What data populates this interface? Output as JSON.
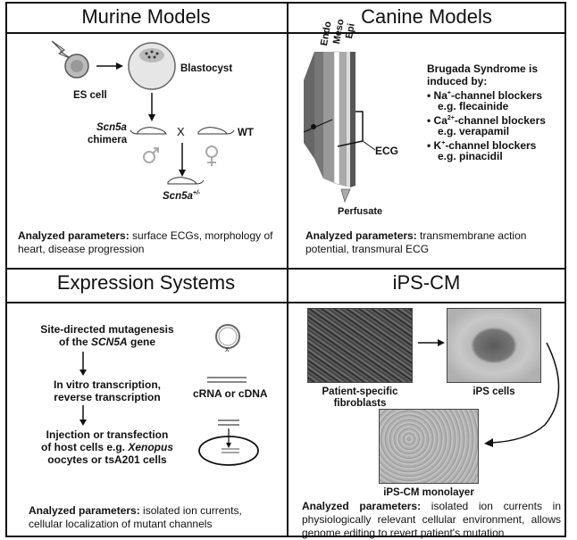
{
  "murine": {
    "title": "Murine Models",
    "es_cell": "ES cell",
    "blastocyst": "Blastocyst",
    "chimera_gene": "Scn5a",
    "chimera": "chimera",
    "cross": "X",
    "wt": "WT",
    "offspring_gene": "Scn5a",
    "offspring_sup": "+/-",
    "params_label": "Analyzed parameters:",
    "params_text": " surface ECGs, morphology of heart, disease progression"
  },
  "canine": {
    "title": "Canine Models",
    "layer_endo": "Endo",
    "layer_meso": "Meso",
    "layer_epi": "Epi",
    "ecg": "ECG",
    "perfusate": "Perfusate",
    "brugada_line1": "Brugada Syndrome is",
    "brugada_line2": "induced by:",
    "b1_pre": "Na",
    "b1_sup": "+",
    "b1_post": "-channel blockers",
    "b1_eg": "e.g. flecainide",
    "b2_pre": "Ca",
    "b2_sup": "2+",
    "b2_post": "-channel blockers",
    "b2_eg": "e.g. verapamil",
    "b3_pre": "K",
    "b3_sup": "+",
    "b3_post": "-channel blockers",
    "b3_eg": "e.g. pinacidil",
    "params_label": "Analyzed parameters:",
    "params_text": " transmembrane action potential, transmural ECG"
  },
  "expression": {
    "title": "Expression Systems",
    "step1_line1": "Site-directed mutagenesis",
    "step1_line2_pre": "of the ",
    "step1_gene": "SCN5A",
    "step1_line2_post": " gene",
    "step2_line1": "In vitro transcription,",
    "step2_line2": "reverse transcription",
    "crna": "cRNA or cDNA",
    "step3_line1": "Injection or transfection",
    "step3_line2_pre": "of host cells e.g. ",
    "step3_xenopus": "Xenopus",
    "step3_line3": "oocytes or tsA201 cells",
    "params_label": "Analyzed parameters:",
    "params_text": " isolated ion currents, cellular localization of mutant channels"
  },
  "ipscm": {
    "title": "iPS-CM",
    "fibro_line1": "Patient-specific",
    "fibro_line2": "fibroblasts",
    "ips_cells": "iPS cells",
    "monolayer": "iPS-CM monolayer",
    "params_label": "Analyzed parameters:",
    "params_text": " isolated ion currents in physiologically relevant cellular environment, allows genome editing to revert patient's mutation"
  }
}
